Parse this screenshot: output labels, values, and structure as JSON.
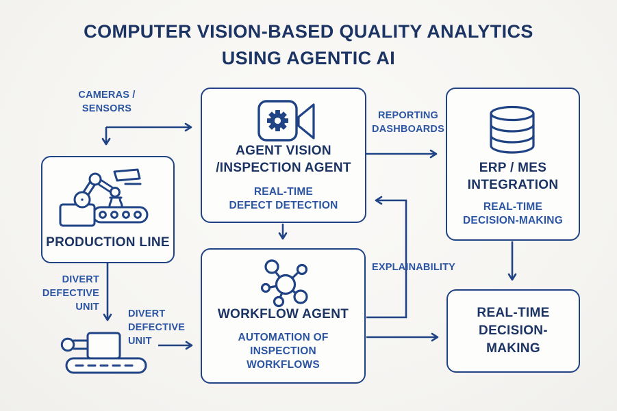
{
  "title": {
    "line1": "COMPUTER VISION-BASED QUALITY ANALYTICS",
    "line2": "USING AGENTIC AI"
  },
  "colors": {
    "background": "#f6f5f2",
    "line_and_border": "#1f4384",
    "title_text": "#1b3463",
    "secondary_text": "#2b55a3"
  },
  "boxes": {
    "production_line": {
      "icon": "robot-arm-conveyor-icon",
      "title": "PRODUCTION LINE"
    },
    "agent_vision": {
      "icon": "video-camera-gear-icon",
      "title_line1": "AGENT VISION",
      "title_line2": "/INSPECTION AGENT",
      "subtitle_line1": "REAL-TIME",
      "subtitle_line2": "DEFECT DETECTION"
    },
    "erp_mes": {
      "icon": "database-icon",
      "title_line1": "ERP / MES",
      "title_line2": "INTEGRATION",
      "subtitle_line1": "REAL-TIME",
      "subtitle_line2": "DECISION-MAKING"
    },
    "workflow_agent": {
      "icon": "network-nodes-icon",
      "title": "WORKFLOW AGENT",
      "subtitle_line1": "AUTOMATION OF",
      "subtitle_line2": "INSPECTION",
      "subtitle_line3": "WORKFLOWS"
    },
    "realtime_decision_making": {
      "title_line1": "REAL-TIME",
      "title_line2": "DECISION-",
      "title_line3": "MAKING"
    }
  },
  "labels": {
    "cameras_sensors_line1": "CAMERAS /",
    "cameras_sensors_line2": "SENSORS",
    "reporting_dashboards_line1": "REPORTING",
    "reporting_dashboards_line2": "DASHBOARDS",
    "explainability": "EXPLAINABILITY",
    "divert_left_line1": "DIVERT",
    "divert_left_line2": "DEFECTIVE",
    "divert_left_line3": "UNIT",
    "divert_right_line1": "DIVERT",
    "divert_right_line2": "DEFECTIVE",
    "divert_right_line3": "UNIT"
  }
}
